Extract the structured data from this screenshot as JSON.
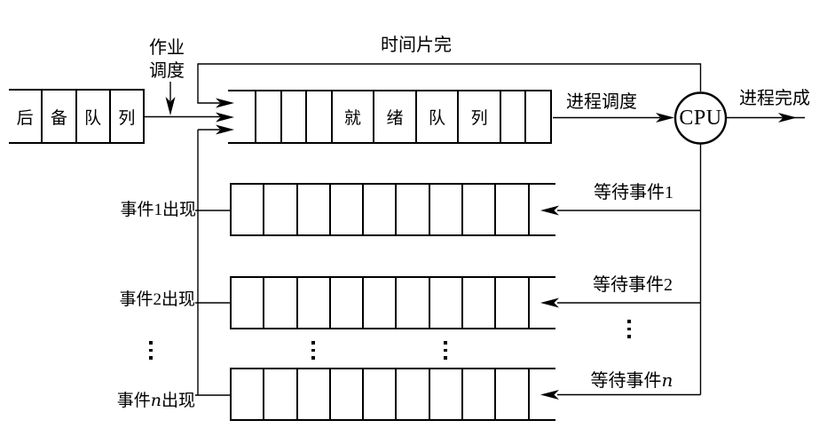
{
  "diagram": {
    "labels": {
      "job_scheduling_line1": "作业",
      "job_scheduling_line2": "调度",
      "time_slice_done": "时间片完",
      "process_scheduling": "进程调度",
      "process_done": "进程完成",
      "cpu": "CPU"
    },
    "backup_queue": {
      "cells": [
        "后",
        "备",
        "队",
        "列"
      ]
    },
    "ready_queue": {
      "cells": [
        "",
        "",
        "",
        "就",
        "绪",
        "队",
        "列",
        "",
        ""
      ]
    },
    "event_occurs": [
      {
        "pre": "事件1出现"
      },
      {
        "pre": "事件2出现"
      },
      {
        "pre": "事件",
        "var": "n",
        "post": "出现"
      }
    ],
    "wait_events": [
      {
        "pre": "等待事件1"
      },
      {
        "pre": "等待事件2"
      },
      {
        "pre": "等待事件",
        "var": "n"
      }
    ]
  }
}
